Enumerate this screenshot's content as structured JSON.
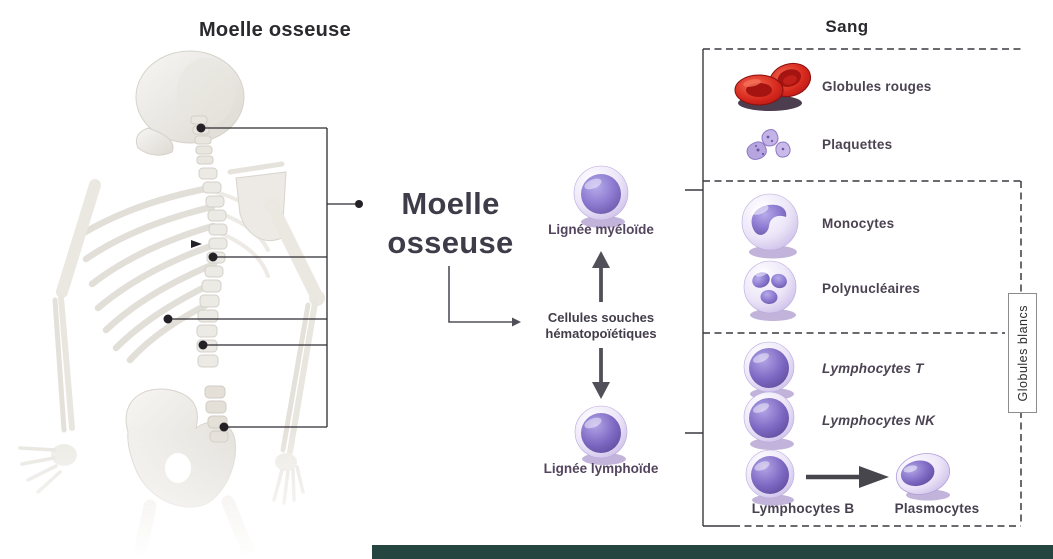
{
  "left_panel": {
    "title": "Moelle osseuse"
  },
  "center": {
    "title_line1": "Moelle",
    "title_line2": "osseuse",
    "stem_cells_label_line1": "Cellules souches",
    "stem_cells_label_line2": "hématopoïétiques",
    "myeloid_label": "Lignée myéloïde",
    "lymphoid_label": "Lignée lymphoïde"
  },
  "blood_panel": {
    "title": "Sang",
    "white_cells_box_label": "Globules blancs",
    "rows": [
      {
        "label": "Globules rouges",
        "icon": "red-blood-cells-icon"
      },
      {
        "label": "Plaquettes",
        "icon": "platelets-icon"
      },
      {
        "label": "Monocytes",
        "icon": "monocyte-cell-icon"
      },
      {
        "label": "Polynucléaires",
        "icon": "granulocyte-cell-icon"
      },
      {
        "label": "Lymphocytes T",
        "icon": "lymphocyte-cell-icon"
      },
      {
        "label": "Lymphocytes NK",
        "icon": "lymphocyte-cell-icon"
      },
      {
        "label": "Lymphocytes B",
        "icon": "lymphocyte-cell-icon"
      },
      {
        "label": "Plasmocytes",
        "icon": "plasmocyte-cell-icon"
      }
    ]
  },
  "colors": {
    "cell_purple": "#7c68c2",
    "cell_purple_dark": "#64519d",
    "red_cell": "#d6271d",
    "line_dark": "#3a393f",
    "arrow_gray": "#515058",
    "bottom_bar": "#254540",
    "text_dark": "#2a292e"
  }
}
